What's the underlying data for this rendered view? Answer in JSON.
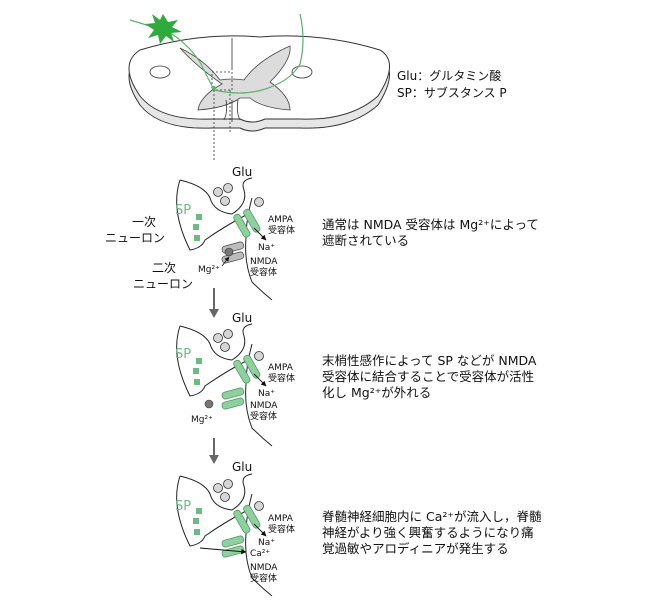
{
  "legend": {
    "glu": "Glu：グルタミン酸",
    "sp": "SP：サブスタンス P"
  },
  "labels": {
    "primary_neuron": [
      "一次",
      "ニューロン"
    ],
    "secondary_neuron": [
      "二次",
      "ニューロン"
    ],
    "glu": "Glu",
    "sp": "SP",
    "ampa": [
      "AMPA",
      "受容体"
    ],
    "nmda": [
      "NMDA",
      "受容体"
    ],
    "na": "Na⁺",
    "mg": "Mg²⁺",
    "ca": "Ca²⁺"
  },
  "captions": [
    [
      "通常は NMDA 受容体は Mg²⁺によって",
      "遮断されている"
    ],
    [
      "末梢性感作によって SP などが NMDA",
      "受容体に結合することで受容体が活性",
      "化し Mg²⁺が外れる"
    ],
    [
      "脊髄神経細胞内に Ca²⁺が流入し，脊髄",
      "神経がより強く興奮するようになり痛",
      "覚過敏やアロディニアが発生する"
    ]
  ],
  "colors": {
    "green": "#8fd19e",
    "green_dark": "#4f9a62",
    "spine_white": "#ffffff",
    "gray_matter": "#d9d9d9",
    "mg_ion": "#777777",
    "arrow": "#666666"
  }
}
